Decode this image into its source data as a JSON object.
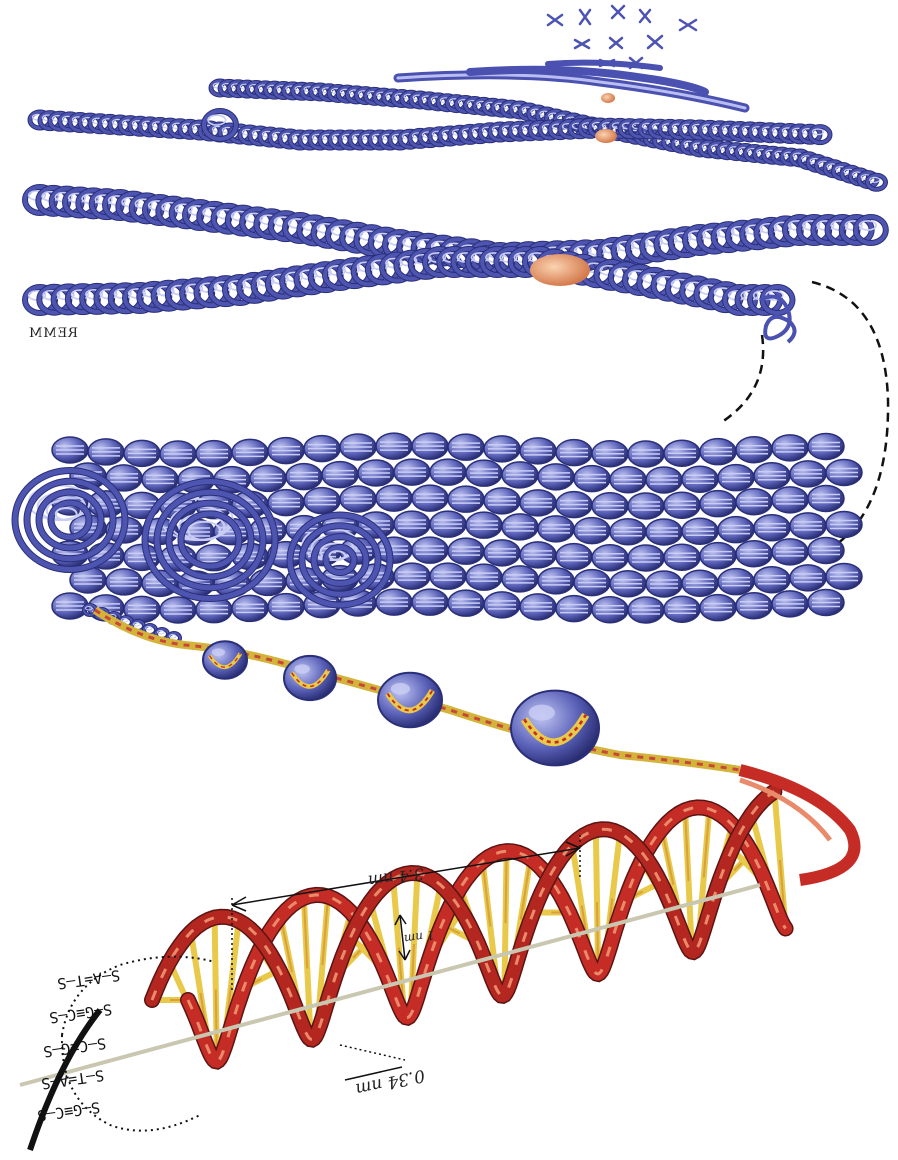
{
  "signature": "REMM",
  "annotations": {
    "helix_pitch": "3.4 nm",
    "helix_diameter": "1 nm",
    "base_spacing": "0.34 nm"
  },
  "base_pairs": [
    {
      "label": "S—A=T—S"
    },
    {
      "label": "S—G≡C—S"
    },
    {
      "label": "S—C≡G—S"
    },
    {
      "label": "S—T=A—S"
    },
    {
      "label": "S—G≡C—S"
    }
  ],
  "colors": {
    "chromatin": "#4e55b0",
    "chromatin_light": "#c9cdf4",
    "chromatin_dark": "#2a2f7a",
    "centromere": "#e69a6e",
    "dna_strand_red": "#c62c26",
    "dna_strand_light": "#e98a6a",
    "base_yellow": "#e8c94a"
  }
}
